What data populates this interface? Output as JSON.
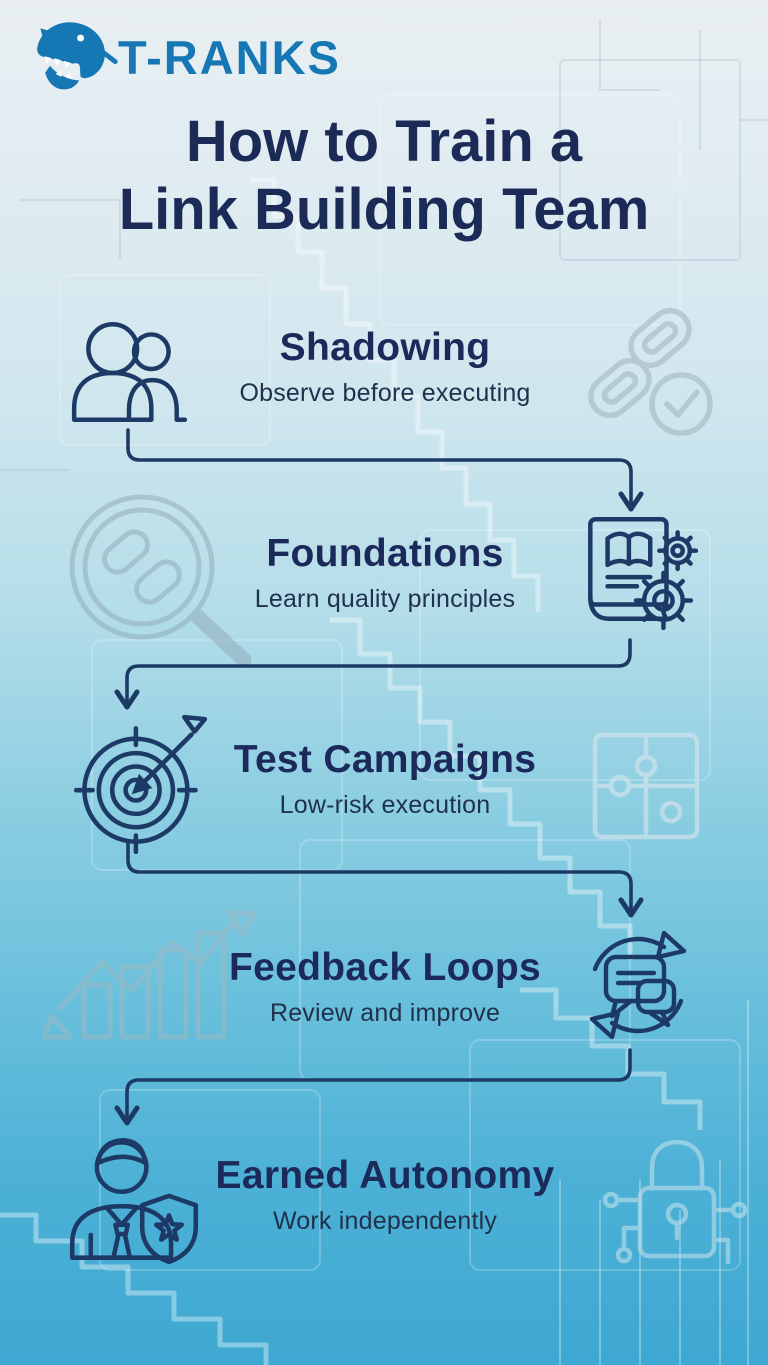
{
  "brand": {
    "name": "T-RANKS",
    "logo_icon": "trex-arrow-logo-icon",
    "logo_color": "#1577b4"
  },
  "title": {
    "line1": "How to Train a",
    "line2": "Link Building Team"
  },
  "steps": [
    {
      "title": "Shadowing",
      "subtitle": "Observe before executing",
      "icon": "team-people-icon",
      "icon_side": "left"
    },
    {
      "title": "Foundations",
      "subtitle": "Learn quality principles",
      "icon": "book-gears-icon",
      "icon_side": "right"
    },
    {
      "title": "Test Campaigns",
      "subtitle": "Low-risk execution",
      "icon": "target-arrow-icon",
      "icon_side": "left"
    },
    {
      "title": "Feedback Loops",
      "subtitle": "Review and improve",
      "icon": "chat-refresh-loop-icon",
      "icon_side": "right"
    },
    {
      "title": "Earned Autonomy",
      "subtitle": "Work independently",
      "icon": "person-shield-icon",
      "icon_side": "left"
    }
  ],
  "connectors": [
    {
      "from": "Shadowing",
      "to": "Foundations",
      "direction": "left-to-right"
    },
    {
      "from": "Foundations",
      "to": "Test Campaigns",
      "direction": "right-to-left"
    },
    {
      "from": "Test Campaigns",
      "to": "Feedback Loops",
      "direction": "left-to-right"
    },
    {
      "from": "Feedback Loops",
      "to": "Earned Autonomy",
      "direction": "right-to-left"
    }
  ],
  "watermarks": [
    {
      "icon": "chain-links-check-watermark-icon",
      "position": "top-right"
    },
    {
      "icon": "magnifier-link-watermark-icon",
      "position": "middle-left"
    },
    {
      "icon": "puzzle-pieces-watermark-icon",
      "position": "middle-right"
    },
    {
      "icon": "growth-chart-watermark-icon",
      "position": "lower-left"
    },
    {
      "icon": "padlock-circuit-watermark-icon",
      "position": "bottom-right"
    }
  ],
  "colors": {
    "title_navy": "#1c2a58",
    "step_title_navy": "#1b2a5a",
    "subtitle_dark": "#20314b",
    "icon_stroke_navy": "#1d3a66",
    "connector_navy": "#1d3a66",
    "brand_blue": "#1577b4",
    "background_top": "#e9eff2",
    "background_bottom": "#3ea8d2"
  }
}
